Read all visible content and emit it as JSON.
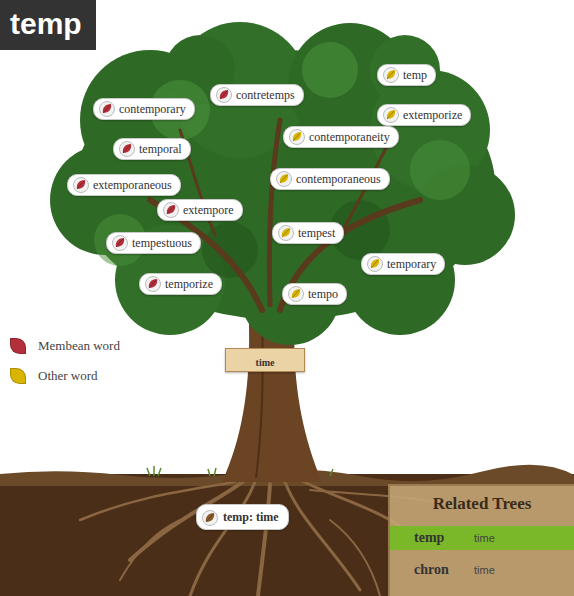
{
  "diagram": {
    "title": "temp",
    "nodes": [
      {
        "text": [
          "temp"
        ]
      },
      {
        "text": [
          "contretemps"
        ]
      },
      {
        "text": [
          "contemporary"
        ]
      },
      {
        "text": [
          "extemporize"
        ]
      },
      {
        "text": [
          "contemporaneity"
        ]
      },
      {
        "text": [
          "temporal"
        ]
      },
      {
        "text": [
          "contemporaneous"
        ]
      },
      {
        "text": [
          "extemporaneous"
        ]
      },
      {
        "text": [
          "extempore"
        ]
      },
      {
        "text": [
          "tempest"
        ]
      },
      {
        "text": [
          "tempestuous"
        ]
      },
      {
        "text": [
          "temporary"
        ]
      },
      {
        "text": [
          "temporize"
        ]
      },
      {
        "text": [
          "tempo"
        ]
      },
      {
        "text": [
          "time"
        ]
      },
      {
        "text": [
          "temp: time"
        ]
      },
      {
        "text": [
          "Related Trees"
        ]
      },
      {
        "text": [
          "temp",
          "time"
        ],
        "in": 16
      },
      {
        "text": [
          "chron",
          "time"
        ],
        "in": 16
      }
    ],
    "legend": [
      {
        "text": "Membean word",
        "color": "#b3303b"
      },
      {
        "text": "Other word",
        "color": "#d9b400"
      }
    ]
  }
}
